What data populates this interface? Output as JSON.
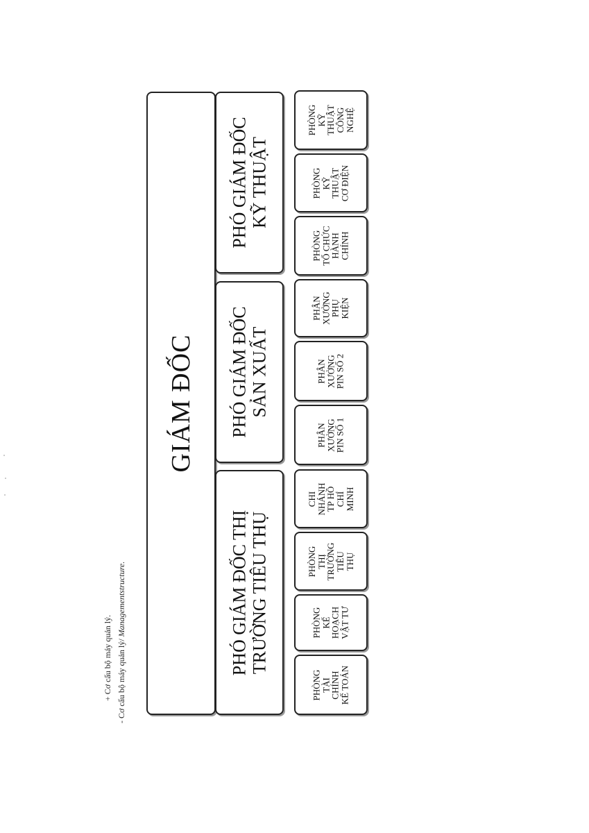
{
  "captions": {
    "line1": "+   Cơ cấu bộ máy quản lý.",
    "line2_prefix": "- Cơ cấu bộ máy quản lý/ ",
    "line2_italic": "Managementstructure."
  },
  "director": {
    "title": "GIÁM ĐỐC"
  },
  "deputies": [
    {
      "lines": [
        "PHÓ GIÁM ĐỐC THỊ",
        "TRƯỜNG TIÊU THỤ"
      ]
    },
    {
      "lines": [
        "PHÓ GIÁM ĐỐC",
        "SẢN XUẤT"
      ]
    },
    {
      "lines": [
        "PHÓ GIÁM ĐỐC",
        "KỸ THUẬT"
      ]
    }
  ],
  "departments": [
    {
      "lines": [
        "PHÒNG",
        "TÀI",
        "CHÍNH",
        "KẾ TOÁN"
      ]
    },
    {
      "lines": [
        "PHÒNG",
        "KẾ",
        "HOẠCH",
        "VẬT TƯ"
      ]
    },
    {
      "lines": [
        "PHÒNG",
        "THỊ",
        "TRƯỜNG",
        "TIÊU",
        "THỤ"
      ]
    },
    {
      "lines": [
        "CHI",
        "NHÁNH",
        "TP HỒ",
        "CHÍ",
        "MINH"
      ]
    },
    {
      "lines": [
        "PHÂN",
        "XƯỞNG",
        "PIN SỐ 1"
      ]
    },
    {
      "lines": [
        "PHÂN",
        "XƯỞNG",
        "PIN SỐ 2"
      ]
    },
    {
      "lines": [
        "PHÂN",
        "XƯỞNG",
        "PHỤ",
        "KIỆN"
      ]
    },
    {
      "lines": [
        "PHÒNG",
        "TỔ CHỨC",
        "HÀNH",
        "CHÍNH"
      ]
    },
    {
      "lines": [
        "PHÒNG",
        "KỸ",
        "THUẬT",
        "CƠ ĐIỆN"
      ]
    },
    {
      "lines": [
        "PHÒNG",
        "KỸ",
        "THUẬT",
        "CÔNG",
        "NGHỆ"
      ]
    }
  ]
}
